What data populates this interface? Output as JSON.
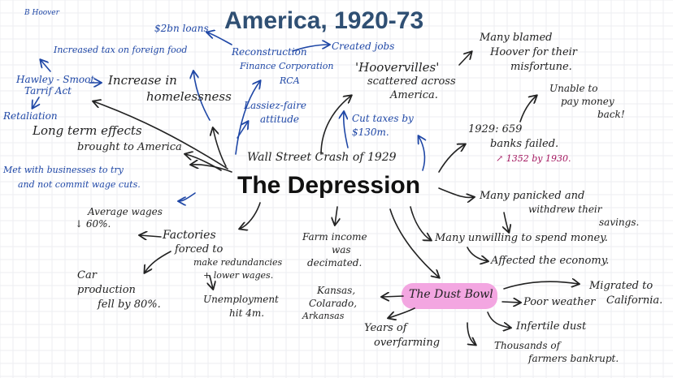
{
  "title": "America, 1920-73",
  "center": "The Depression",
  "corner_note": "B Hoover",
  "colors": {
    "title": "#2f4f73",
    "blue_ink": "#1f47a6",
    "black_ink": "#222222",
    "pink_ink": "#a3155e",
    "highlight": "#f3a6e1"
  },
  "blue_notes": {
    "loans": "$2bn loans",
    "increased_tax": "Increased tax on foreign food",
    "hawley_1": "Hawley - Smoot",
    "hawley_2": "Tarrif Act",
    "retaliation": "Retaliation",
    "reconstruction_1": "Reconstruction",
    "reconstruction_2": "Finance Corporation",
    "reconstruction_3": "RCA",
    "created_jobs": "Created jobs",
    "laissez_1": "Lassiez-faire",
    "laissez_2": "attitude",
    "cut_taxes_1": "Cut taxes by",
    "cut_taxes_2": "$130m.",
    "met_business_1": "Met with businesses to try",
    "met_business_2": "and not commit wage cuts."
  },
  "black_notes": {
    "increase_1": "Increase in",
    "increase_2": "homelessness",
    "long_term_1": "Long term effects",
    "long_term_2": "brought to America",
    "wall_street": "Wall Street Crash of 1929",
    "hoovervilles_1": "'Hoovervilles'",
    "hoovervilles_2": "scattered across",
    "hoovervilles_3": "America.",
    "blamed_1": "Many blamed",
    "blamed_2": "Hoover for their",
    "blamed_3": "misfortune.",
    "unable_1": "Unable to",
    "unable_2": "pay money",
    "unable_3": "back!",
    "banks_1": "1929: 659",
    "banks_2": "banks failed.",
    "panicked_1": "Many panicked and",
    "panicked_2": "withdrew their",
    "panicked_3": "savings.",
    "unwilling": "Many unwilling to spend money.",
    "affected": "Affected the economy.",
    "average_1": "Average wages",
    "average_2": "↓ 60%.",
    "factories_1": "Factories",
    "factories_2": "forced to",
    "factories_3": "make redundancies",
    "factories_4": "+ lower wages.",
    "car_1": "Car",
    "car_2": "production",
    "car_3": "fell by 80%.",
    "unemployment_1": "Unemployment",
    "unemployment_2": "hit 4m.",
    "farm_1": "Farm income",
    "farm_2": "was",
    "farm_3": "decimated.",
    "kansas_1": "Kansas,",
    "kansas_2": "Colarado,",
    "kansas_3": "Arkansas",
    "years_1": "Years of",
    "years_2": "overfarming",
    "dust_bowl": "The Dust Bowl",
    "poor_weather": "Poor weather",
    "migrated_1": "Migrated to",
    "migrated_2": "California.",
    "infertile": "Infertile dust",
    "thousands_1": "Thousands of",
    "thousands_2": "farmers bankrupt."
  },
  "pink_notes": {
    "banks_1930": "↗ 1352 by 1930."
  }
}
